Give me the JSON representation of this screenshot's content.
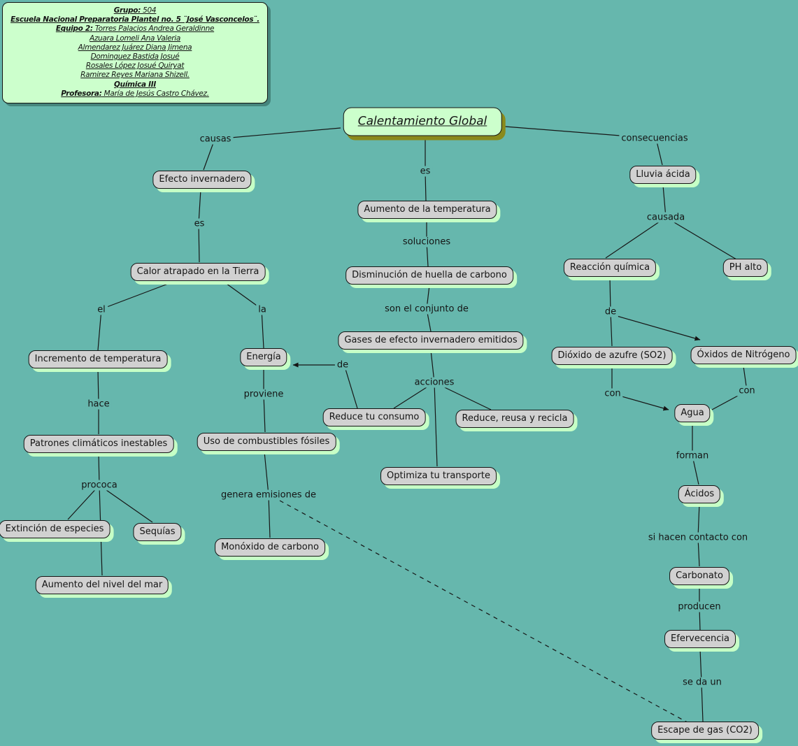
{
  "header": {
    "lines": [
      {
        "b": "Grupo:",
        "r": " 504"
      },
      {
        "b": "Escuela Nacional Preparatoria Plantel no. 5 ¨José Vasconcelos¨.",
        "r": ""
      },
      {
        "b": "Equipo 2:",
        "r": " Torres Palacios Andrea Geraldinne"
      },
      {
        "b": "",
        "r": "Azuara Lomeli Ana Valeria"
      },
      {
        "b": "",
        "r": "Almendarez Juárez Diana Jimena"
      },
      {
        "b": "",
        "r": "Dominguez Bastida Josué"
      },
      {
        "b": "",
        "r": "Rosales López Josué Quiryat"
      },
      {
        "b": "",
        "r": "Ramirez Reyes Mariana Shizell."
      },
      {
        "b": "Química III",
        "r": ""
      },
      {
        "b": "Profesora:",
        "r": " María de Jesús Castro Chávez."
      }
    ]
  },
  "title": {
    "label": "Calentamiento Global"
  },
  "nodes": {
    "efecto_invernadero": {
      "label": "Efecto invernadero"
    },
    "lluvia_acida": {
      "label": "Lluvia ácida"
    },
    "aumento_temperatura": {
      "label": "Aumento de la temperatura"
    },
    "reaccion_quimica": {
      "label": "Reacción química"
    },
    "ph_alto": {
      "label": "PH alto"
    },
    "calor_atrapado": {
      "label": "Calor atrapado en la Tierra"
    },
    "disminucion_huella": {
      "label": "Disminución de huella de carbono"
    },
    "gases_efecto": {
      "label": "Gases de efecto invernadero emitidos"
    },
    "dioxido_azufre": {
      "label": "Dióxido de azufre (SO2)"
    },
    "oxidos_nitrogeno": {
      "label": "Óxidos de Nitrógeno"
    },
    "incremento_temp": {
      "label": "Incremento de temperatura"
    },
    "energia": {
      "label": "Energía"
    },
    "agua": {
      "label": "Agua"
    },
    "reduce_consumo": {
      "label": "Reduce tu consumo"
    },
    "reduce_reusa": {
      "label": "Reduce, reusa y recicla"
    },
    "patrones": {
      "label": "Patrones climáticos inestables"
    },
    "uso_combustibles": {
      "label": "Uso de combustibles fósiles"
    },
    "optimiza": {
      "label": "Optimiza tu transporte"
    },
    "acidos": {
      "label": "Ácidos"
    },
    "extincion": {
      "label": "Extinción de especies"
    },
    "sequias": {
      "label": "Sequías"
    },
    "monoxido": {
      "label": "Monóxido de carbono"
    },
    "carbonato": {
      "label": "Carbonato"
    },
    "aumento_mar": {
      "label": "Aumento del nivel del mar"
    },
    "efervecencia": {
      "label": "Efervecencia"
    },
    "escape_gas": {
      "label": "Escape de gas (CO2)"
    }
  },
  "link_labels": {
    "causas": "causas",
    "consecuencias": "consecuencias",
    "es_mid": "es",
    "es_left": "es",
    "causada": "causada",
    "soluciones": "soluciones",
    "el": "el",
    "la": "la",
    "son_conjunto": "son el conjunto de",
    "de_right": "de",
    "de_mid": "de",
    "acciones": "acciones",
    "con_left": "con",
    "con_right": "con",
    "hace": "hace",
    "proviene": "proviene",
    "forman": "forman",
    "prococa": "prococa",
    "genera": "genera emisiones de",
    "si_hacen": "si hacen contacto con",
    "producen": "producen",
    "se_da_un": "se da un"
  },
  "colors": {
    "background": "#66b7ad",
    "node_fill": "#d1d1d1",
    "node_border": "#141414",
    "node_shadow": "#c6ffc6",
    "green_fill": "#ccffcc",
    "title_shadow": "#8a8a1c",
    "line": "#161616"
  }
}
